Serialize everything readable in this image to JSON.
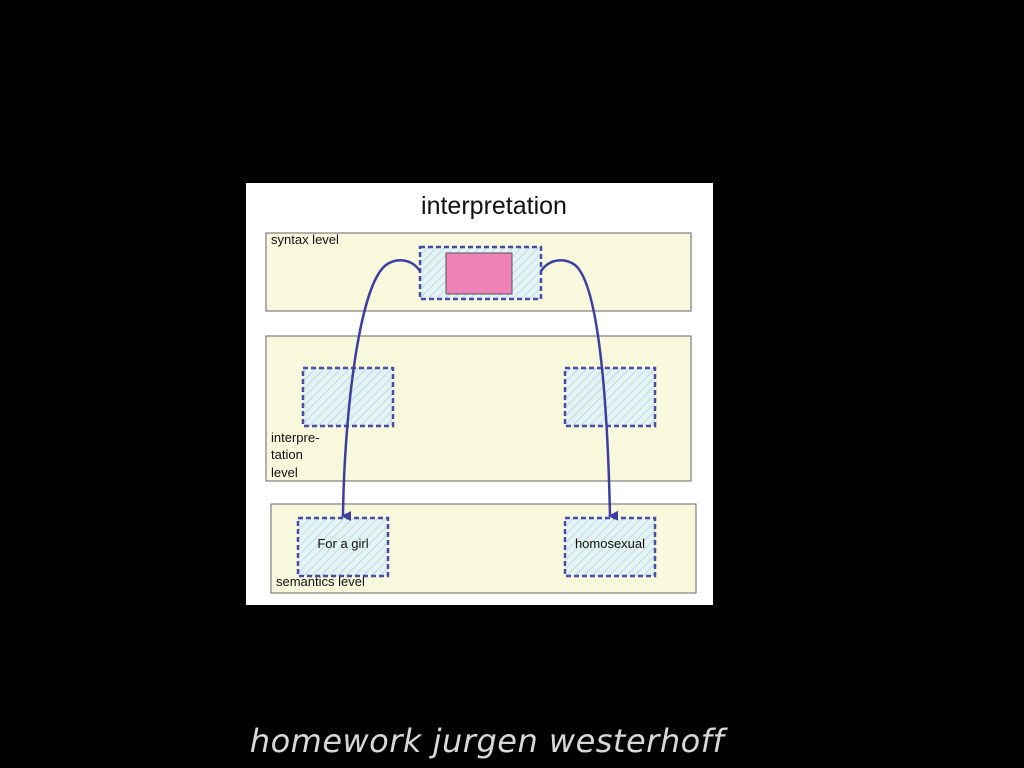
{
  "diagram": {
    "title": "interpretation",
    "levels": {
      "syntax": "syntax level",
      "interpretation": [
        "interpre-",
        "tation",
        "level"
      ],
      "semantics": "semantics level"
    },
    "boxes": {
      "semantic_left": "For a girl",
      "semantic_right": "homosexual"
    },
    "colors": {
      "level_fill": "#f8f8dc",
      "level_stroke": "#555555",
      "hatch_stroke": "#4a4aa8",
      "hatch_fill": "#e6f3f4",
      "hatch_lines": "#b7dde2",
      "syntax_rect": "#ee82b8",
      "arrow": "#3d3fa0",
      "caption": "#d8d8d8"
    }
  },
  "caption": "homework jurgen westerhoff"
}
